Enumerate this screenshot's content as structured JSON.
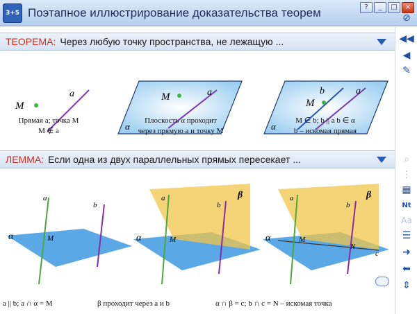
{
  "app": {
    "icon_text": "3+5",
    "title": "Поэтапное иллюстрирование доказательства теорем",
    "window_buttons": [
      "?",
      "_",
      "□",
      "×"
    ]
  },
  "theorem": {
    "label": "ТЕОРЕМА:",
    "text": "Через любую точку пространства, не лежащую ...",
    "captions": [
      {
        "line1": "Прямая a; точка M",
        "line2": "M ∉ a"
      },
      {
        "line1": "Плоскость α проходит",
        "line2": "через прямую a и точку M"
      },
      {
        "line1": "M ∈ b;  b || a  b ∈ α",
        "line2": "b – искомая прямая"
      }
    ],
    "diagram_labels": {
      "M": "M",
      "a": "a",
      "b": "b",
      "alpha": "α"
    }
  },
  "lemma": {
    "label": "ЛЕММА:",
    "text": "Если одна из двух параллельных прямых пересекает ...",
    "captions": [
      "a || b; a ∩ α = M",
      "β проходит через a и b",
      "α ∩ β = c; b ∩ c = N – искомая точка"
    ],
    "diagram_labels": {
      "a": "a",
      "b": "b",
      "M": "M",
      "N": "N",
      "c": "c",
      "alpha": "α",
      "beta": "β"
    }
  },
  "sidebar": {
    "top_tools": [
      "no-entry-icon",
      "rewind-icon",
      "play-back-icon",
      "edit-icon"
    ],
    "bottom_tools": [
      "zoom-icon",
      "grid-icon",
      "table-icon",
      "note-icon",
      "font-icon",
      "list-icon",
      "next-icon",
      "prev-icon",
      "updown-icon"
    ]
  },
  "colors": {
    "accent": "#2b5bb0",
    "label_red": "#c8321c",
    "plane_blue": "#5aa8e6",
    "plane_yellow": "#f2c64a",
    "line_purple": "#8a2aa8",
    "line_green": "#4aa83a"
  }
}
